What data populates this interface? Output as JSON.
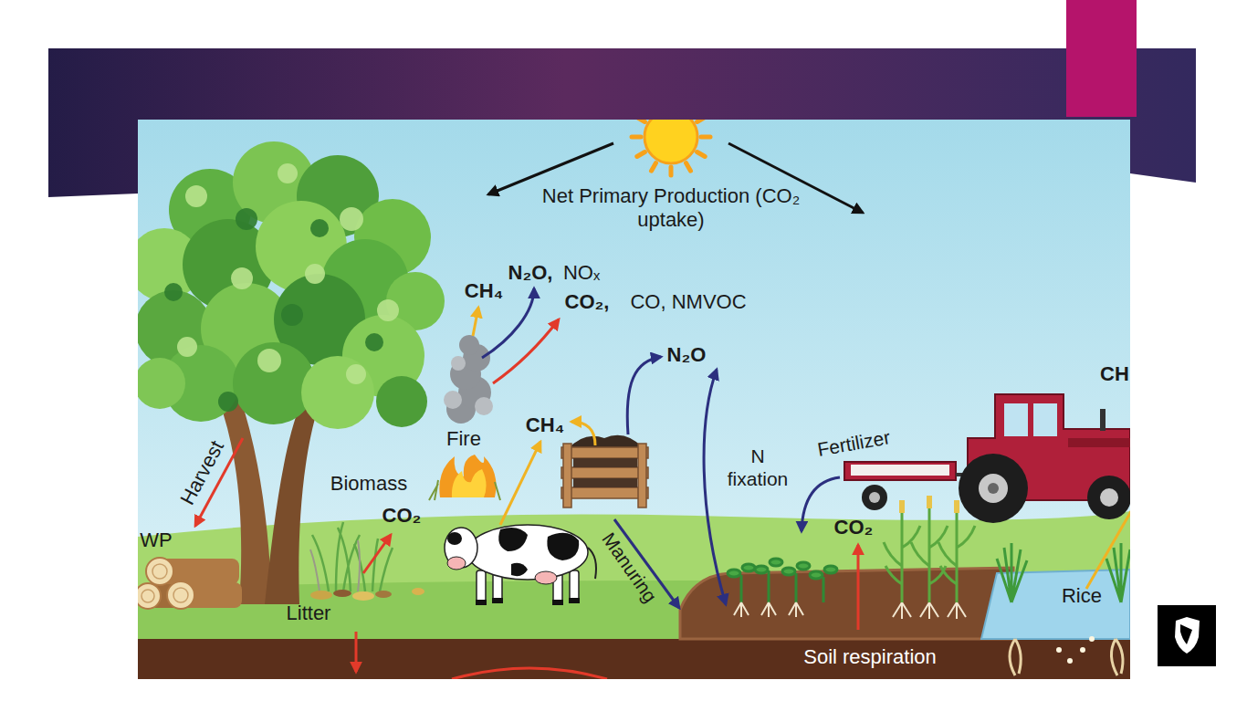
{
  "diagram": {
    "labels": [
      "Net Primary Production (CO₂ uptake)",
      "N₂O,",
      "NOₓ",
      "CH₄",
      "CO₂,",
      "CO, NMVOC",
      "N₂O",
      "CH",
      "Fire",
      "CH₄",
      "N fixation",
      "Fertilizer",
      "Harvest",
      "Biomass",
      "CO₂",
      "CO₂",
      "WP",
      "Manuring",
      "Rice",
      "Litter",
      "Soil respiration"
    ]
  }
}
